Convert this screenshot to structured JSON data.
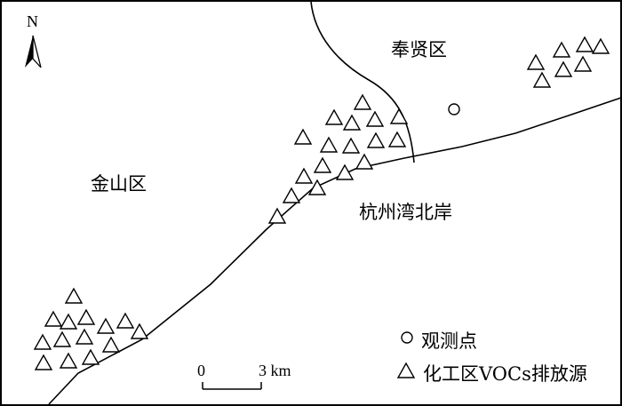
{
  "map": {
    "north_arrow": {
      "label": "N"
    },
    "regions": {
      "fengxian": "奉贤区",
      "jinshan": "金山区",
      "bay": "杭州湾北岸"
    },
    "scale_bar": {
      "start_label": "0",
      "end_label": "3 km"
    },
    "legend": {
      "observation_label": "观测点",
      "source_label": "化工区VOCs排放源"
    },
    "colors": {
      "line": "#000000",
      "background": "#ffffff"
    }
  }
}
